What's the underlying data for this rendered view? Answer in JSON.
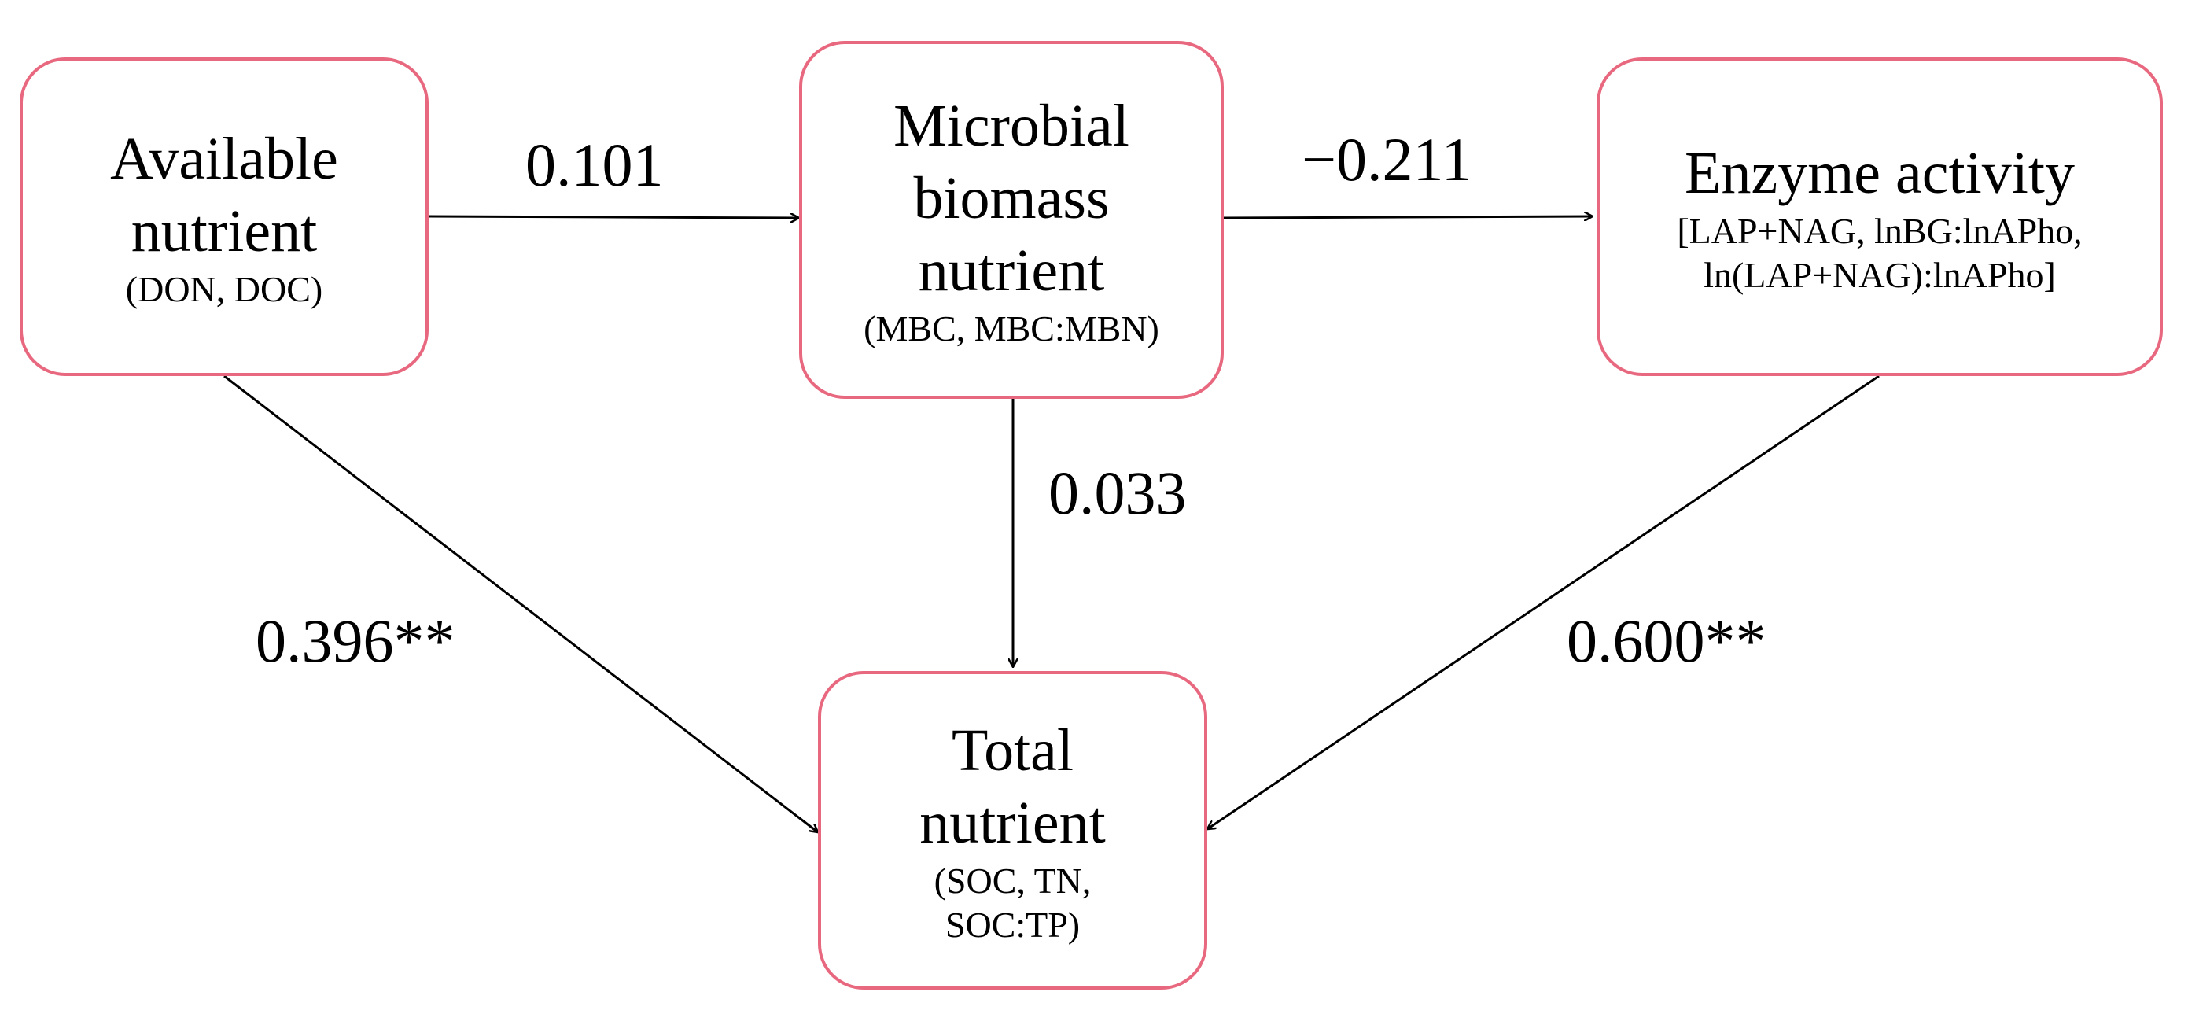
{
  "nodes": {
    "available": {
      "title_1": "Available",
      "title_2": "nutrient",
      "detail": "(DON, DOC)"
    },
    "microbial": {
      "title_1": "Microbial",
      "title_2": "biomass",
      "title_3": "nutrient",
      "detail": "(MBC, MBC:MBN)"
    },
    "enzyme": {
      "title": "Enzyme activity",
      "detail_1": "[LAP+NAG, lnBG:lnAPho,",
      "detail_2": "ln(LAP+NAG):lnAPho]"
    },
    "total": {
      "title_1": "Total",
      "title_2": "nutrient",
      "detail_1": "(SOC, TN,",
      "detail_2": "SOC:TP)"
    }
  },
  "paths": {
    "available_to_microbial": "0.101",
    "microbial_to_enzyme": "−0.211",
    "microbial_to_total": "0.033",
    "available_to_total": "0.396**",
    "enzyme_to_total": "0.600**"
  },
  "colors": {
    "node_border": "#e8697f",
    "arrow": "#000000"
  }
}
